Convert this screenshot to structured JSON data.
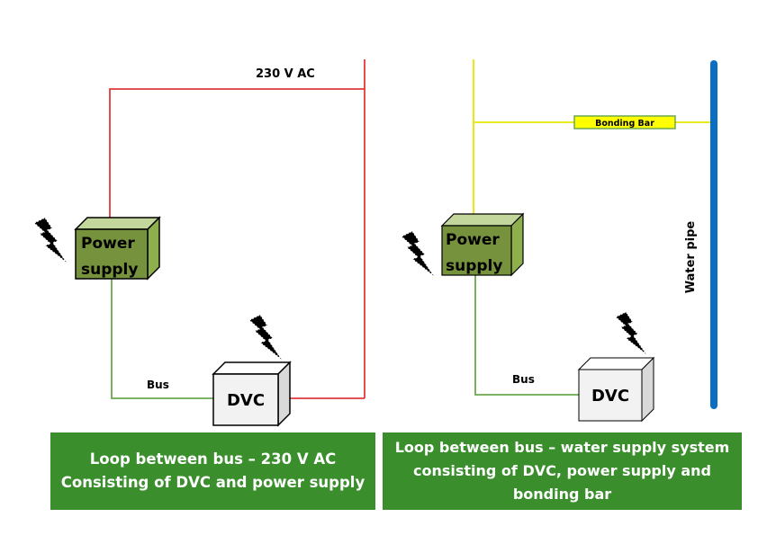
{
  "left_panel": {
    "voltage_label": "230 V AC",
    "power_supply": {
      "line1": "Power",
      "line2": "supply"
    },
    "dvc_label": "DVC",
    "bus_label": "Bus",
    "caption": {
      "line1": "Loop between bus – 230 V AC",
      "line2": "Consisting of DVC and power supply"
    }
  },
  "right_panel": {
    "bonding_bar_label": "Bonding Bar",
    "water_pipe_label": "Water pipe",
    "power_supply": {
      "line1": "Power",
      "line2": "supply"
    },
    "dvc_label": "DVC",
    "bus_label": "Bus",
    "caption": {
      "line1": "Loop between bus – water supply system",
      "line2": "consisting of DVC, power supply and",
      "line3": "bonding bar"
    }
  },
  "colors": {
    "ac_line": "#e03a3a",
    "bus_line": "#6aa84f",
    "bonding_line": "#e6e600",
    "water_pipe": "#0a6fc2",
    "caption_bg": "#3a8f2c",
    "power_supply_front": "#76923c",
    "power_supply_top": "#c3d69b",
    "power_supply_side": "#8db04c",
    "dvc_front": "#f2f2f2"
  }
}
